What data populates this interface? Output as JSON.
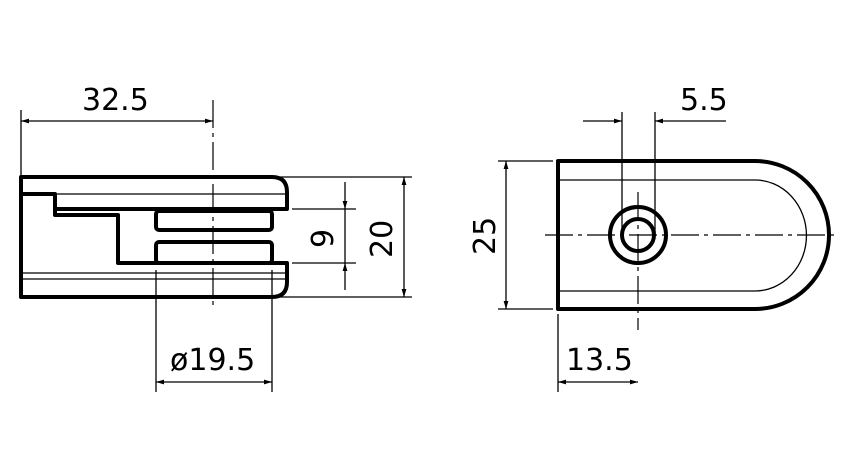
{
  "drawing": {
    "side_view": {
      "dimensions": {
        "length": "32.5",
        "diameter": "ø19.5",
        "gap": "9",
        "height": "20"
      }
    },
    "top_view": {
      "dimensions": {
        "hole": "5.5",
        "width": "25",
        "hole_offset": "13.5"
      }
    }
  }
}
